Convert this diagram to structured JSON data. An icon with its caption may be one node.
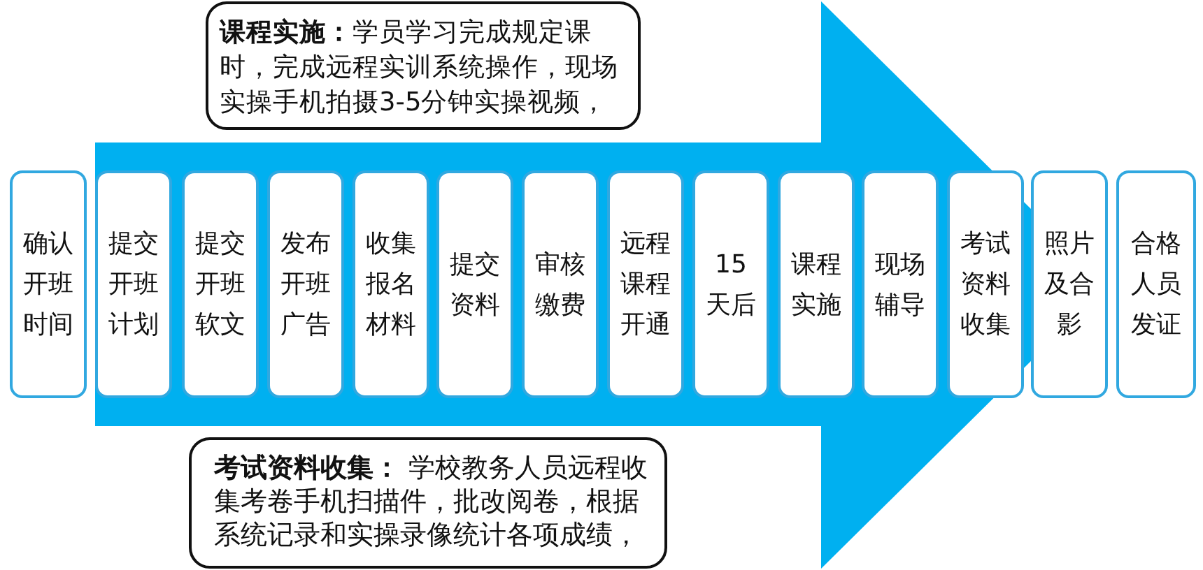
{
  "diagram": {
    "nodes": [
      {
        "text": [
          "**课程实施：**学员学习完成规定课时，完成远程实训系统操作，现场实操手机拍摄3-5分钟实操视频，"
        ]
      },
      {
        "text": [],
        "shape": "arrow"
      },
      {
        "text": [
          "确认开班时间"
        ]
      },
      {
        "text": [
          "提交开班计划"
        ],
        "in": 1
      },
      {
        "text": [
          "提交开班软文"
        ],
        "in": 1
      },
      {
        "text": [
          "发布开班广告"
        ],
        "in": 1
      },
      {
        "text": [
          "收集报名材料"
        ],
        "in": 1
      },
      {
        "text": [
          "提交资料"
        ],
        "in": 1
      },
      {
        "text": [
          "审核缴费"
        ],
        "in": 1
      },
      {
        "text": [
          "远程课程开通"
        ],
        "in": 1
      },
      {
        "text": [
          "15天后"
        ],
        "in": 1
      },
      {
        "text": [
          "课程实施"
        ],
        "in": 1
      },
      {
        "text": [
          "现场辅导"
        ],
        "in": 1
      },
      {
        "text": [
          "考试资料收集"
        ],
        "in": 1
      },
      {
        "text": [
          "照片及合影"
        ],
        "in": 1
      },
      {
        "text": [
          "合格人员发证"
        ]
      },
      {
        "text": [
          "**考试资料收集：** 学校教务人员远程收集考卷手机扫描件，批改阅卷，根据系统记录和实操录像统计各项成绩，"
        ]
      }
    ]
  }
}
